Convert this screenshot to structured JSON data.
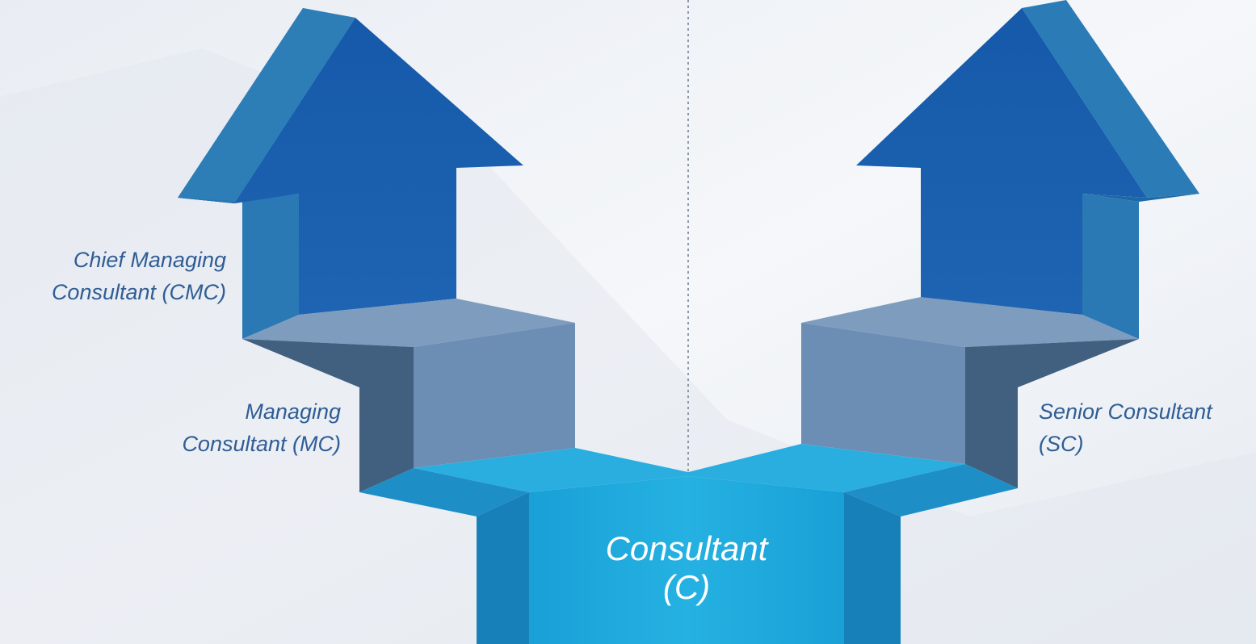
{
  "labels": {
    "cmc": {
      "line1": "Chief Managing",
      "line2": "Consultant (CMC)"
    },
    "mc": {
      "line1": "Managing",
      "line2": "Consultant (MC)"
    },
    "sc": {
      "line1": "Senior Consultant",
      "line2": "(SC)"
    },
    "c": {
      "line1": "Consultant",
      "line2": "(C)"
    }
  },
  "colors": {
    "arrow_front": "#1b5fae",
    "arrow_side": "#2a78b4",
    "arrow_top": "#1a5aa0",
    "step_top": "#7e9cbe",
    "step_front": "#6d8eb4",
    "step_side": "#41607f",
    "base_top": "#2aaee0",
    "base_front": "#1ba3d8",
    "base_side": "#1780b8",
    "label_text": "#2f5d95"
  }
}
